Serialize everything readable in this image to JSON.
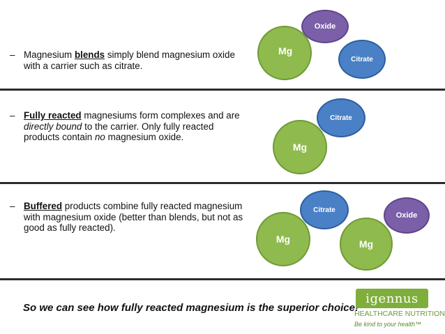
{
  "rows": [
    {
      "parts": [
        {
          "text": "Magnesium ",
          "style": "normal"
        },
        {
          "text": "blends",
          "style": "keyword"
        },
        {
          "text": " simply blend magnesium oxide with a carrier such as citrate.",
          "style": "normal"
        }
      ],
      "circles": {
        "mg": "Mg",
        "oxide": "Oxide",
        "citrate": "Citrate"
      }
    },
    {
      "parts": [
        {
          "text": "Fully reacted",
          "style": "keyword"
        },
        {
          "text": " magnesiums form complexes and are ",
          "style": "normal"
        },
        {
          "text": "directly bound",
          "style": "italic"
        },
        {
          "text": " to the carrier. Only fully reacted products contain ",
          "style": "normal"
        },
        {
          "text": "no",
          "style": "italic"
        },
        {
          "text": " magnesium oxide.",
          "style": "normal"
        }
      ],
      "circles": {
        "mg": "Mg",
        "citrate": "Citrate"
      }
    },
    {
      "parts": [
        {
          "text": "Buffered",
          "style": "keyword"
        },
        {
          "text": " products combine fully reacted magnesium with magnesium oxide (better than blends, but not as good as fully reacted).",
          "style": "normal"
        }
      ],
      "circles": {
        "mg_a": "Mg",
        "citrate": "Citrate",
        "mg_b": "Mg",
        "oxide": "Oxide"
      }
    }
  ],
  "dash": "–",
  "conclusion": "So we can see how fully reacted magnesium is the superior choice!",
  "logo": {
    "name": "igennus",
    "subtitle": "HEALTHCARE NUTRITION",
    "tagline": "Be kind to your health™"
  },
  "colors": {
    "mg": "#8fba4e",
    "oxide": "#7b5fa8",
    "citrate": "#4a80c6",
    "brand_green": "#7fae3c"
  }
}
